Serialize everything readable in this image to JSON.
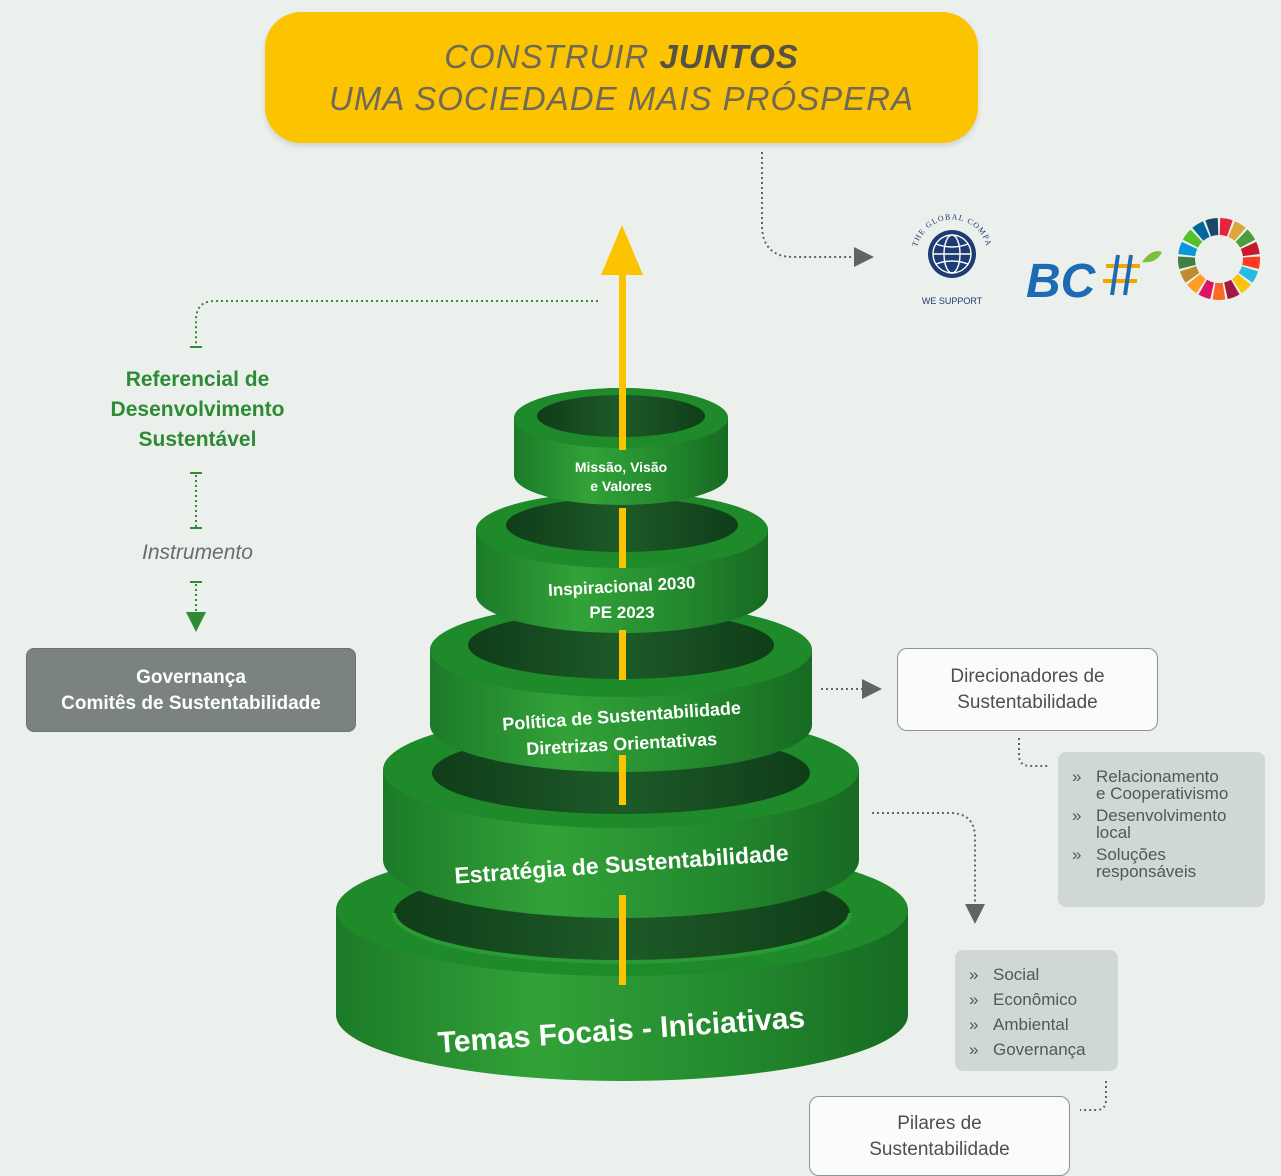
{
  "banner": {
    "line1_prefix": "CONSTRUIR ",
    "line1_bold": "JUNTOS",
    "line2": "UMA SOCIEDADE MAIS PRÓSPERA"
  },
  "logos": {
    "global_compact_ring": "THE GLOBAL COMPACT",
    "global_compact_caption": "WE SUPPORT",
    "bc": "BC",
    "sdg_wheel": "sdg-wheel-icon"
  },
  "left": {
    "referencial": [
      "Referencial de",
      "Desenvolvimento",
      "Sustentável"
    ],
    "instrumento": "Instrumento",
    "governanca": [
      "Governança",
      "Comitês de Sustentabilidade"
    ]
  },
  "rings": {
    "r1": [
      "Missão, Visão",
      "e Valores"
    ],
    "r2": [
      "Inspiracional 2030",
      "PE 2023"
    ],
    "r3": [
      "Política de Sustentabilidade",
      "Diretrizas Orientativas"
    ],
    "r4": "Estratégia de Sustentabilidade",
    "r5": "Temas Focais - Iniciativas"
  },
  "direcionadores": {
    "title": [
      "Direcionadores de",
      "Sustentabilidade"
    ],
    "items": [
      [
        "Relacionamento",
        "e Cooperativismo"
      ],
      [
        "Desenvolvimento",
        "local"
      ],
      [
        "Soluções",
        "responsáveis"
      ]
    ]
  },
  "pilares": {
    "items": [
      "Social",
      "Econômico",
      "Ambiental",
      "Governança"
    ],
    "title": [
      "Pilares de",
      "Sustentabilidade"
    ]
  },
  "colors": {
    "yellow": "#fcc300",
    "green": "#1f8a2c",
    "green_dark": "#145a1f",
    "grey_box": "#7b837f",
    "list_bg": "#cfd8d4"
  }
}
